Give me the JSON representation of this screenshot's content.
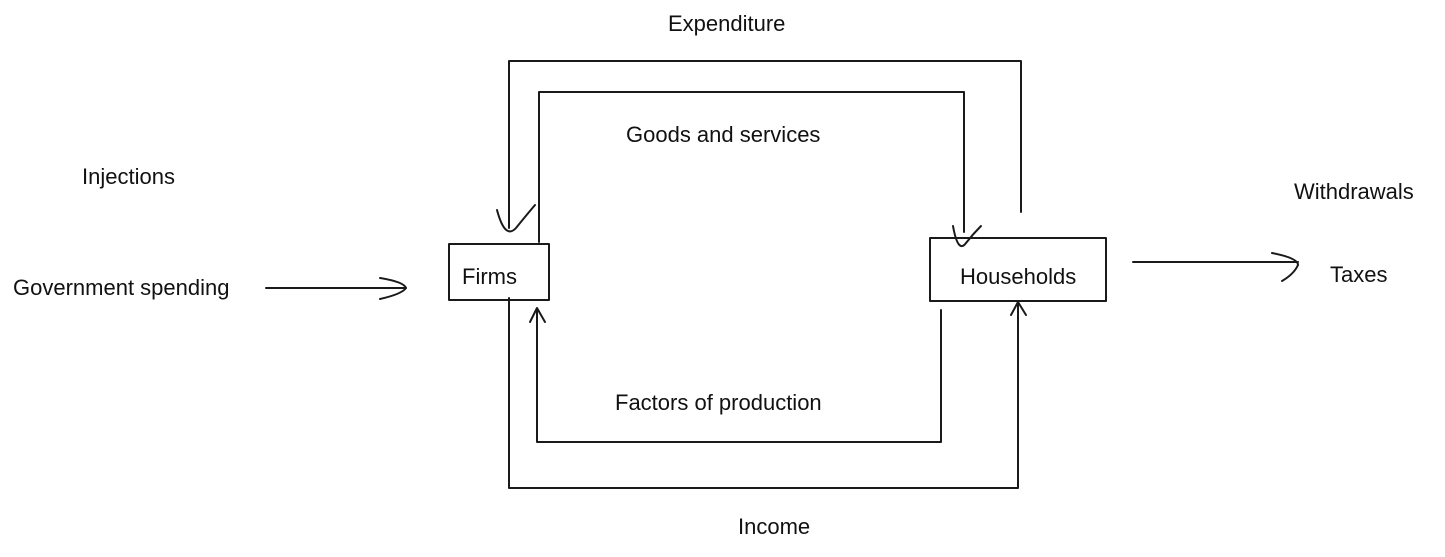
{
  "diagram": {
    "nodes": {
      "firms": "Firms",
      "households": "Households"
    },
    "flows": {
      "expenditure": "Expenditure",
      "goods_and_services": "Goods and services",
      "factors_of_production": "Factors of production",
      "income": "Income"
    },
    "injections": {
      "heading": "Injections",
      "item": "Government spending"
    },
    "withdrawals": {
      "heading": "Withdrawals",
      "item": "Taxes"
    }
  }
}
